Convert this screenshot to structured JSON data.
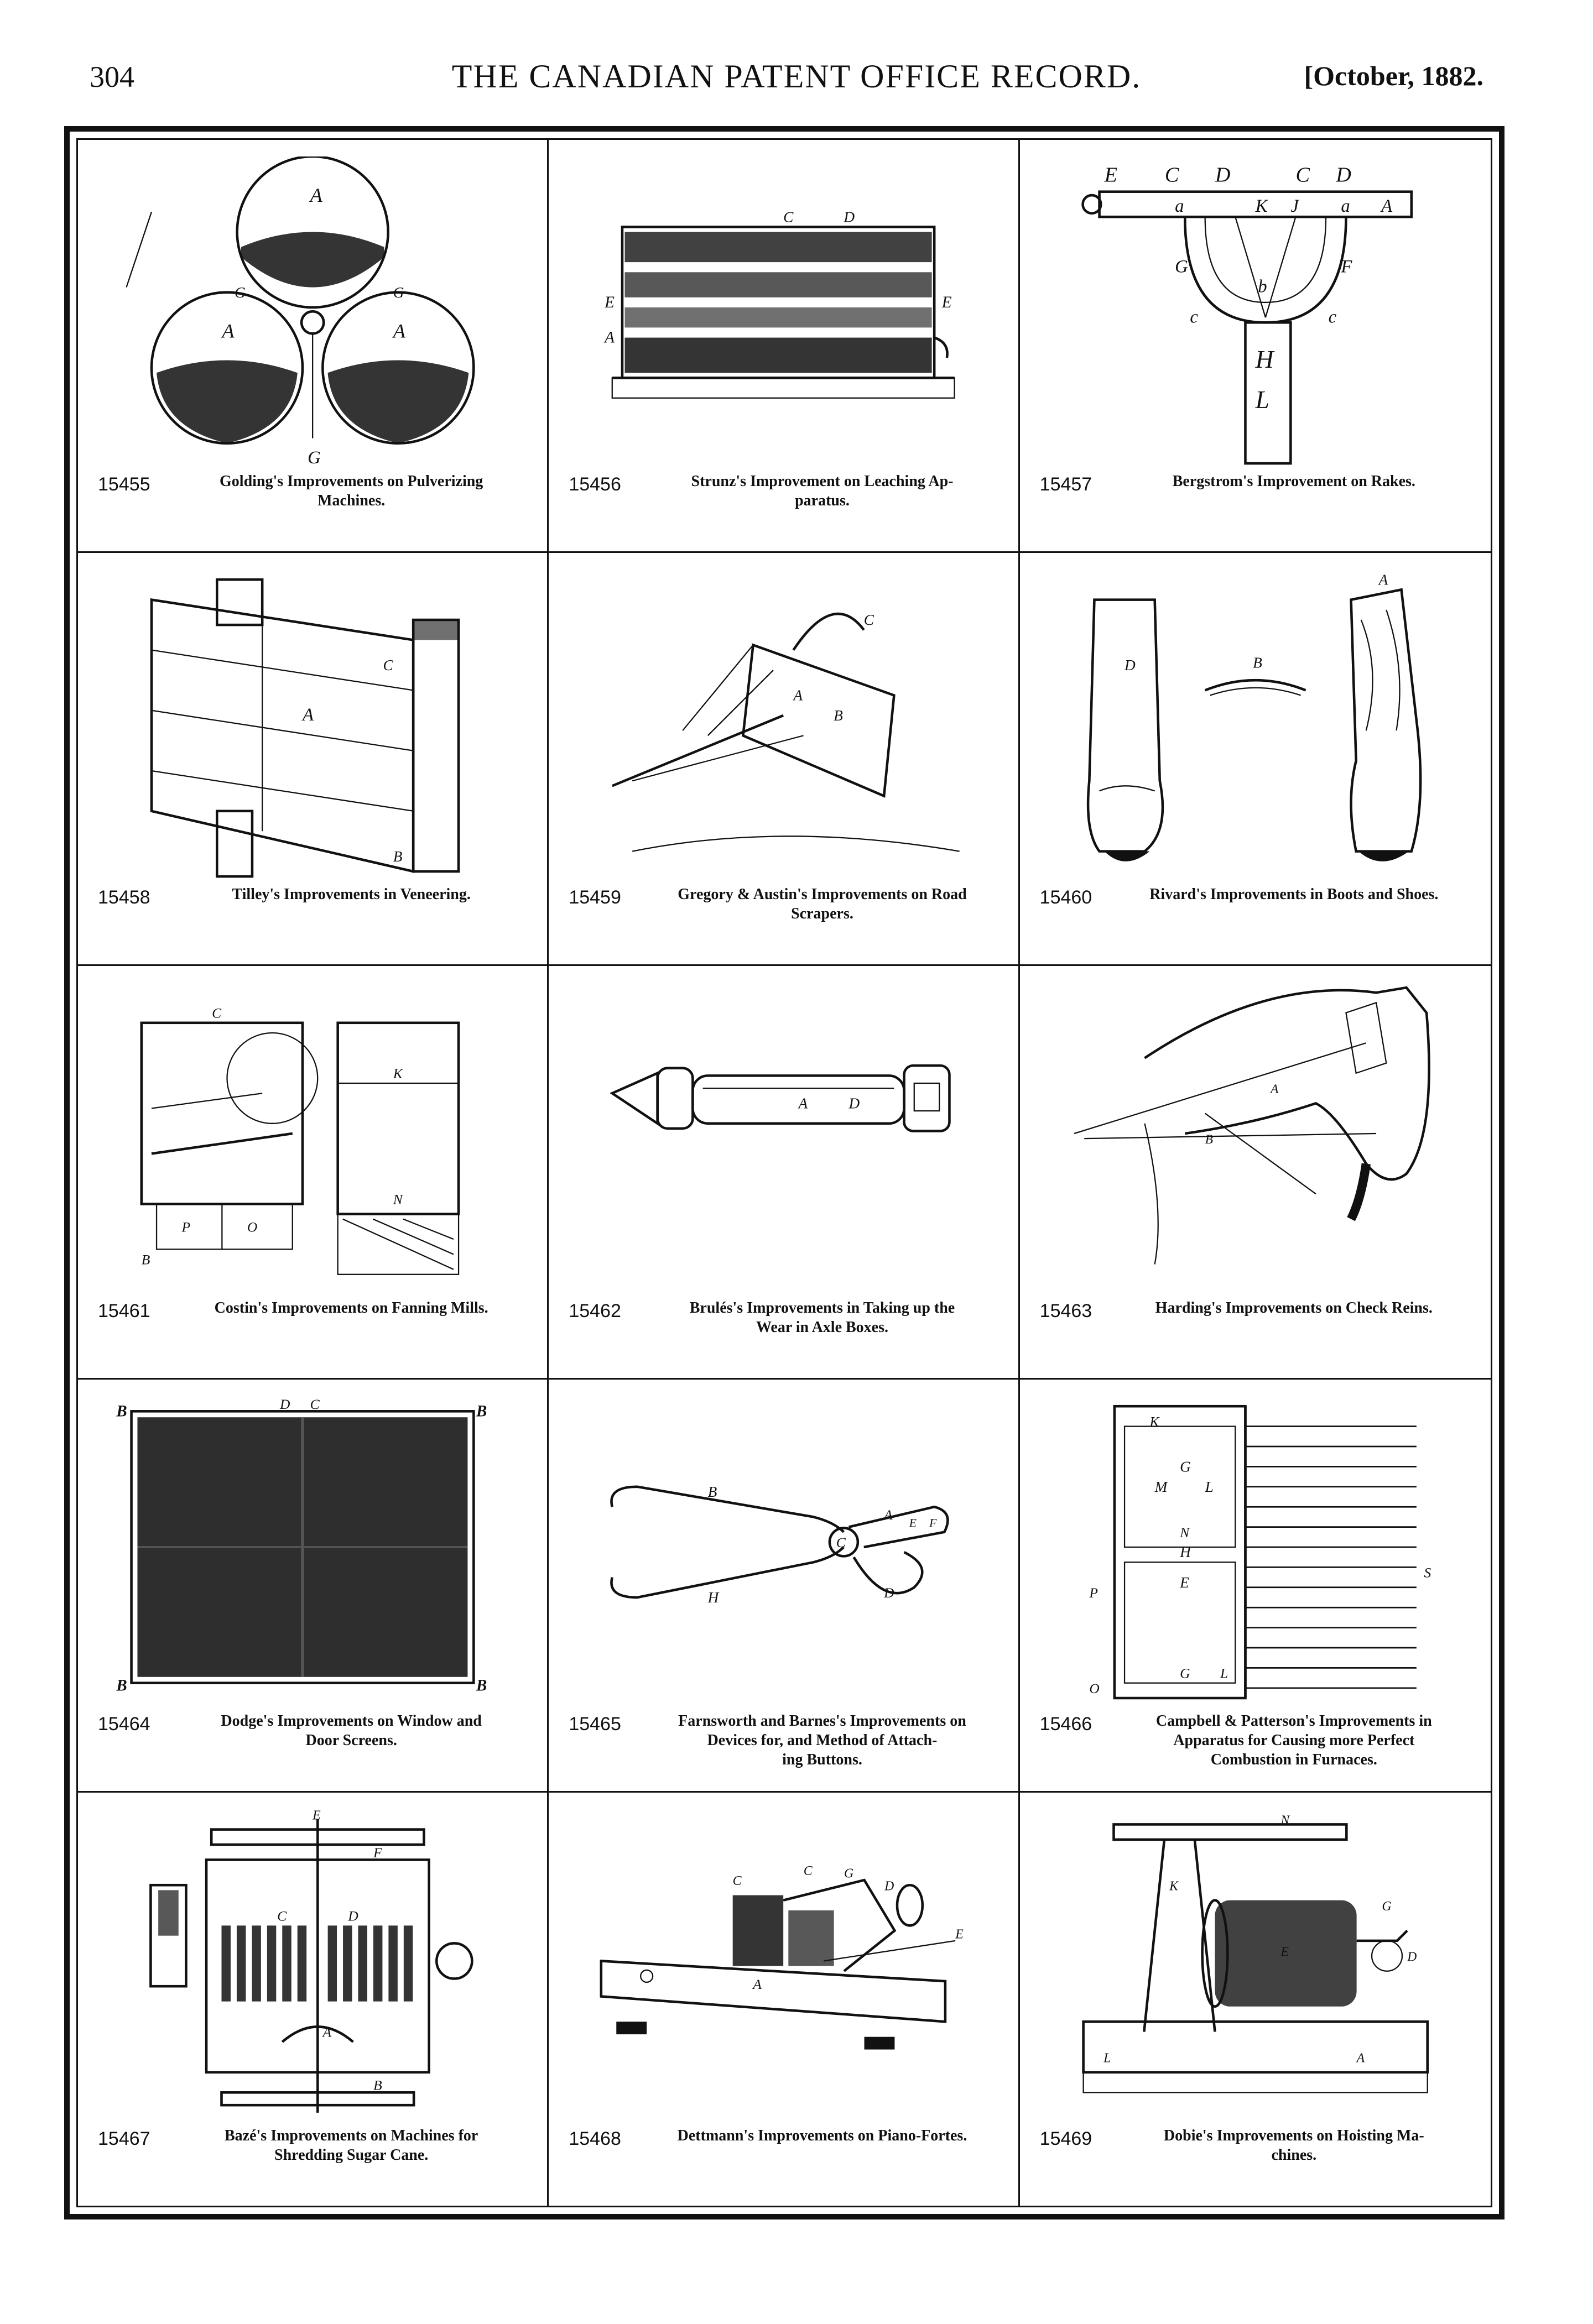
{
  "header": {
    "page_number": "304",
    "title": "THE CANADIAN PATENT OFFICE RECORD.",
    "date": "[October, 1882."
  },
  "entries": [
    {
      "number": "15455",
      "caption": "Golding's Improvements on Pulverizing\nMachines.",
      "figure_labels": [
        "A",
        "A",
        "A",
        "G",
        "G",
        "G"
      ]
    },
    {
      "number": "15456",
      "caption": "Strunz's Improvement on Leaching Ap-\nparatus.",
      "figure_labels": [
        "E",
        "E",
        "A",
        "C",
        "D"
      ]
    },
    {
      "number": "15457",
      "caption": "Bergstrom's Improvement on Rakes.",
      "figure_labels": [
        "E",
        "C",
        "D",
        "C",
        "D",
        "a",
        "K",
        "J",
        "a",
        "A",
        "G",
        "F",
        "b",
        "c",
        "c",
        "H",
        "L"
      ]
    },
    {
      "number": "15458",
      "caption": "Tilley's Improvements in Veneering.",
      "figure_labels": [
        "A",
        "C",
        "B"
      ]
    },
    {
      "number": "15459",
      "caption": "Gregory & Austin's Improvements on Road\nScrapers.",
      "figure_labels": [
        "A",
        "B",
        "C"
      ]
    },
    {
      "number": "15460",
      "caption": "Rivard's Improvements in Boots and Shoes.",
      "figure_labels": [
        "D",
        "B",
        "A"
      ]
    },
    {
      "number": "15461",
      "caption": "Costin's Improvements on Fanning Mills.",
      "figure_labels": [
        "C",
        "K",
        "P",
        "O",
        "B",
        "N"
      ]
    },
    {
      "number": "15462",
      "caption": "Brulés's Improvements in Taking up the\nWear in Axle Boxes.",
      "figure_labels": [
        "A",
        "D"
      ]
    },
    {
      "number": "15463",
      "caption": "Harding's Improvements on Check Reins.",
      "figure_labels": [
        "A",
        "B"
      ]
    },
    {
      "number": "15464",
      "caption": "Dodge's Improvements on Window and\nDoor Screens.",
      "figure_labels": [
        "B",
        "B",
        "B",
        "B",
        "D",
        "C"
      ]
    },
    {
      "number": "15465",
      "caption": "Farnsworth and Barnes's Improvements on\nDevices for, and Method of Attach-\ning Buttons.",
      "figure_labels": [
        "B",
        "H",
        "A",
        "C",
        "D",
        "E",
        "F"
      ]
    },
    {
      "number": "15466",
      "caption": "Campbell & Patterson's Improvements in\nApparatus for Causing more Perfect\nCombustion in Furnaces.",
      "figure_labels": [
        "K",
        "G",
        "L",
        "H",
        "M",
        "E",
        "O",
        "P",
        "S",
        "N",
        "G",
        "L"
      ]
    },
    {
      "number": "15467",
      "caption": "Bazé's Improvements on Machines for\nShredding Sugar Cane.",
      "figure_labels": [
        "E",
        "F",
        "D",
        "C",
        "A",
        "B"
      ]
    },
    {
      "number": "15468",
      "caption": "Dettmann's Improvements on Piano-Fortes.",
      "figure_labels": [
        "C",
        "C",
        "G",
        "D",
        "E",
        "A"
      ]
    },
    {
      "number": "15469",
      "caption": "Dobie's Improvements on Hoisting Ma-\nchines.",
      "figure_labels": [
        "N",
        "A",
        "G",
        "E",
        "D",
        "L",
        "K"
      ]
    }
  ]
}
